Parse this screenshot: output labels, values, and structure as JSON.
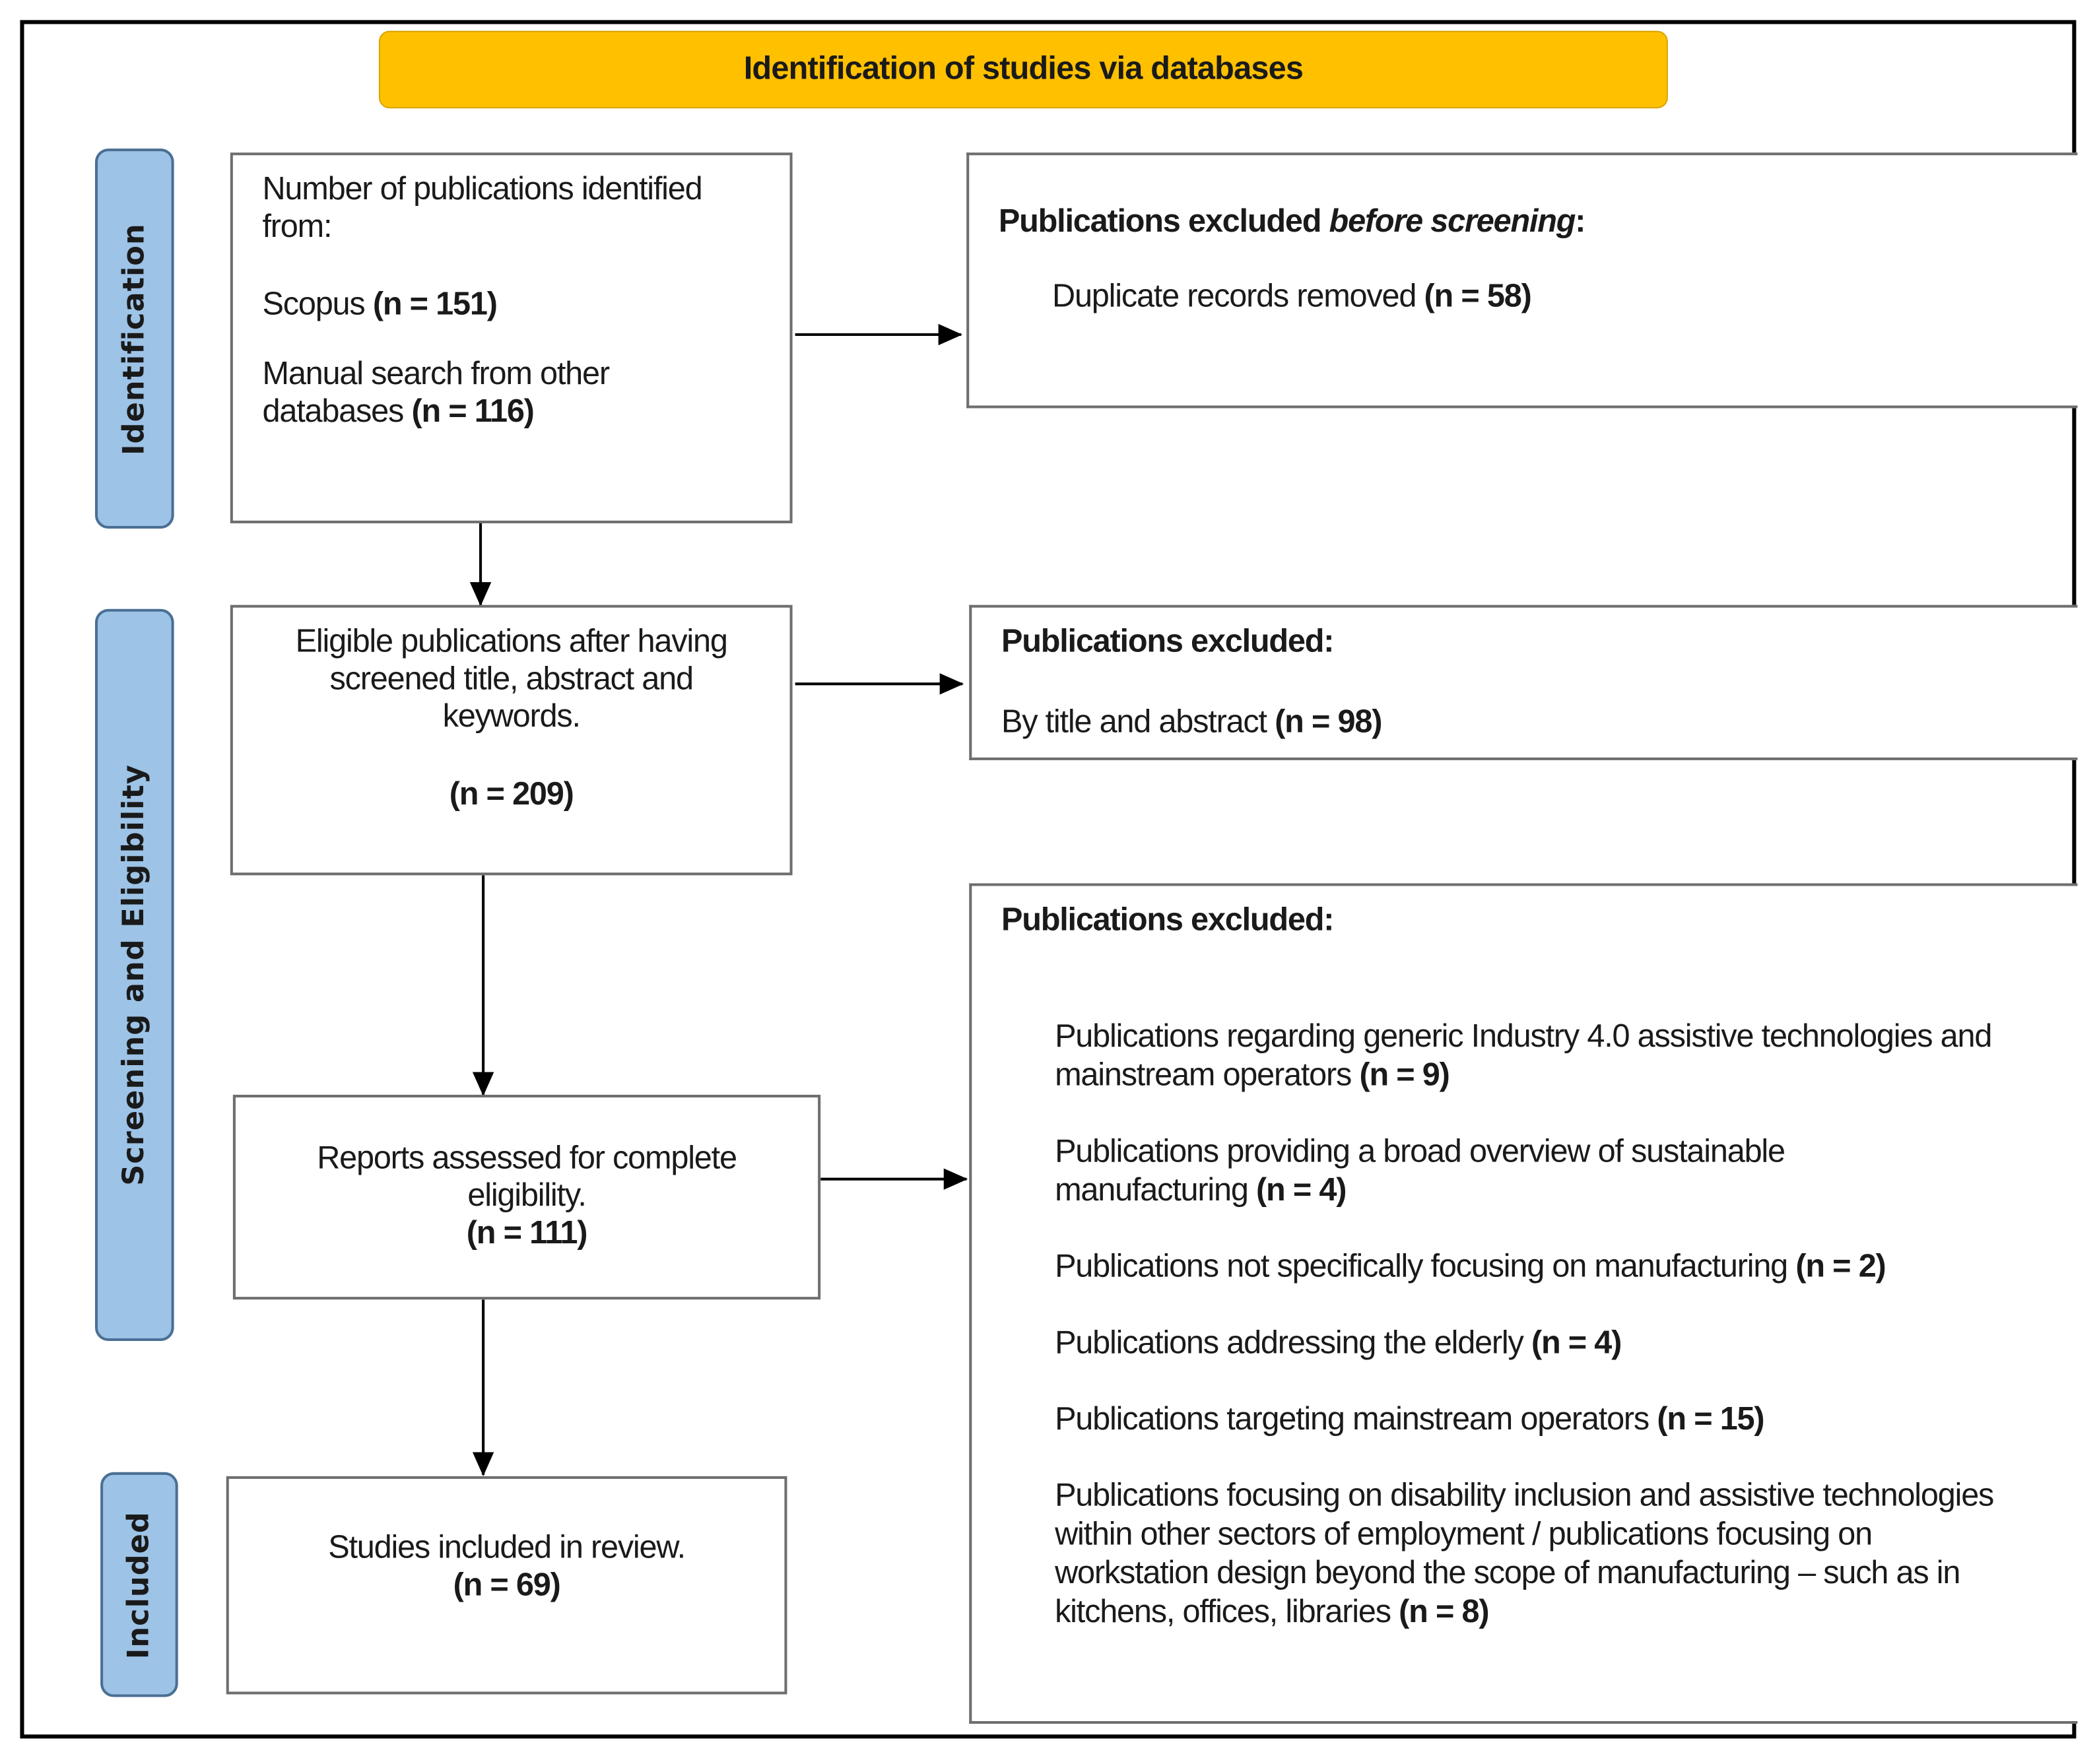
{
  "header": {
    "title": "Identification of studies via databases",
    "color": "#FFC000"
  },
  "phases": [
    {
      "label": "Identification",
      "color": "#9DC3E6"
    },
    {
      "label": "Screening and Eligibility",
      "color": "#9DC3E6"
    },
    {
      "label": "Included",
      "color": "#9DC3E6"
    }
  ],
  "identified": {
    "intro": "Number of publications identified from:",
    "sources": [
      {
        "label": "Scopus",
        "count": "(n = 151)"
      },
      {
        "label": "Manual search from other databases",
        "count": "(n = 116)"
      }
    ]
  },
  "excluded_before": {
    "title_a": "Publications excluded ",
    "title_b": "before screening",
    "title_c": ":",
    "items": [
      {
        "label": "Duplicate records removed",
        "count": "(n = 58)"
      }
    ]
  },
  "screened": {
    "text": "Eligible publications after having screened title, abstract and keywords.",
    "count": "(n = 209)"
  },
  "excluded_screening": {
    "title": "Publications excluded:",
    "items": [
      {
        "label": "By title and abstract",
        "count": "(n = 98)"
      }
    ]
  },
  "assessed": {
    "text": "Reports assessed for complete eligibility.",
    "count": "(n = 111)"
  },
  "excluded_eligibility": {
    "title": "Publications excluded:",
    "items": [
      {
        "label": "Publications regarding generic Industry 4.0 assistive technologies and mainstream operators",
        "count": "(n = 9)"
      },
      {
        "label": "Publications providing a broad overview of sustainable manufacturing",
        "count": "(n = 4)"
      },
      {
        "label": "Publications not specifically focusing on manufacturing",
        "count": "(n = 2)"
      },
      {
        "label": "Publications addressing the elderly",
        "count": "(n = 4)"
      },
      {
        "label": "Publications targeting mainstream operators",
        "count": "(n = 15)"
      },
      {
        "label": "Publications focusing on disability inclusion and assistive technologies within other sectors of employment / publications focusing on workstation design beyond the scope of manufacturing – such as in kitchens, offices, libraries",
        "count": "(n = 8)"
      }
    ]
  },
  "included": {
    "text": "Studies included in review.",
    "count": "(n = 69)"
  }
}
